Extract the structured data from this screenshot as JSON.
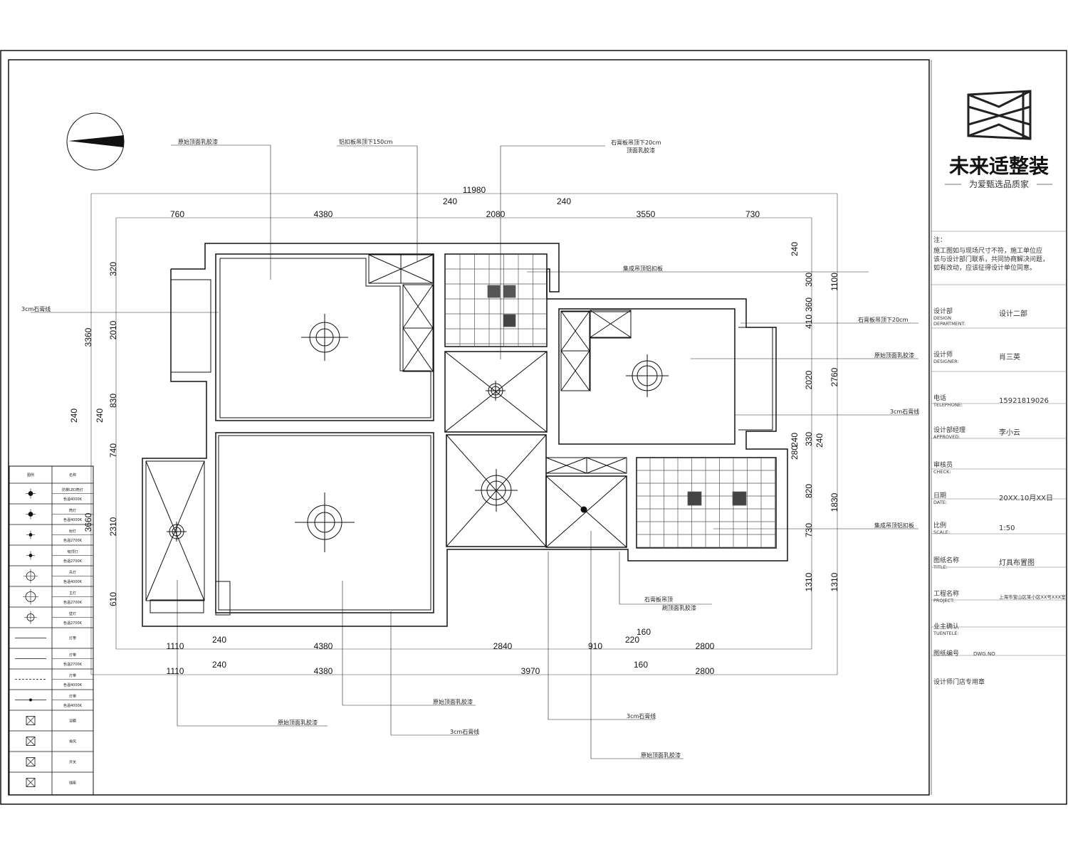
{
  "brand": {
    "name": "未来适整装",
    "slogan": "为爱甄选品质家"
  },
  "title_block": {
    "notice_label": "注：",
    "notice_text": [
      "施工图如与现场尺寸不符，施工单位应",
      "该与设计部门联系，共同协商解决问题，",
      "如有改动，应该征得设计单位同意。"
    ],
    "rows": [
      {
        "label": "设计部",
        "label_en": [
          "DESIGN",
          "DEPARTMENT:"
        ],
        "value": "设计二部"
      },
      {
        "label": "设计师",
        "label_en": [
          "DESIGNER:"
        ],
        "value": "肖三英"
      },
      {
        "label": "电话",
        "label_en": [
          "TELEPHONE:"
        ],
        "value": "15921819026"
      },
      {
        "label": "设计部经理",
        "label_en": [
          "APPROVED:"
        ],
        "value": "李小云"
      },
      {
        "label": "审核员",
        "label_en": [
          "CHECK:"
        ],
        "value": ""
      },
      {
        "label": "日期",
        "label_en": [
          "DATE:"
        ],
        "value": "20XX.10月XX日"
      },
      {
        "label": "比例",
        "label_en": [
          "SCALE:"
        ],
        "value": "1:50"
      },
      {
        "label": "图纸名称",
        "label_en": [
          "TITLE:"
        ],
        "value": "灯具布置图"
      },
      {
        "label": "工程名称",
        "label_en": [
          "PROJECT:"
        ],
        "value": "上海市宝山区某小区XX号XXX室"
      },
      {
        "label": "业主确认",
        "label_en": [
          "TUENTELE:"
        ],
        "value": ""
      },
      {
        "label": "图纸编号",
        "label_en": [],
        "value": "DWG.NO"
      },
      {
        "label": "设计师门店专用章",
        "label_en": [],
        "value": ""
      }
    ]
  },
  "dimensions": {
    "top_overall": "11980",
    "top_row": [
      "760",
      "4380",
      "2080",
      "3550",
      "730"
    ],
    "top_walls": [
      "240",
      "240"
    ],
    "left_overall": "3360",
    "left_overall2": "3660",
    "left_row": [
      "320",
      "2010",
      "830",
      "740",
      "2310",
      "610"
    ],
    "left_walls": [
      "240",
      "240"
    ],
    "right_row": [
      "240",
      "1100",
      "410",
      "360",
      "300",
      "2020",
      "2760",
      "280",
      "240",
      "330",
      "240",
      "820",
      "1830",
      "730",
      "1310",
      "1310"
    ],
    "bottom_row1": [
      "1110",
      "240",
      "4380",
      "2840",
      "910",
      "220",
      "160",
      "2800"
    ],
    "bottom_row2": [
      "1110",
      "240",
      "4380",
      "3970",
      "160",
      "2800"
    ]
  },
  "notes": {
    "top1": "原始顶面乳胶漆",
    "top2": "铝扣板吊顶下150cm",
    "top3a": "石膏板吊顶下20cm",
    "top3b": "顶面乳胶漆",
    "left1": "3cm石膏线",
    "kitchen_note": "集成吊顶铝扣板",
    "right1": "石膏板吊顶下20cm",
    "right2": "原始顶面乳胶漆",
    "right3": "3cm石膏线",
    "right4": "集成吊顶铝扣板",
    "bottom_center_a": "石膏板吊顶",
    "bottom_center_b": "刷顶面乳胶漆",
    "bottom1": "原始顶面乳胶漆",
    "bottom2": "原始顶面乳胶漆",
    "bottom3": "3cm石膏线",
    "bottom4": "3cm石膏线",
    "bottom5": "原始顶面乳胶漆"
  },
  "legend": {
    "header_symbol": "图例",
    "header_name": "名称",
    "rows": [
      {
        "name": "防雾LED筒灯",
        "spec": "色温4000K"
      },
      {
        "name": "筒灯",
        "spec": "色温4000K"
      },
      {
        "name": "射灯",
        "spec": "色温2700K"
      },
      {
        "name": "吸顶灯",
        "spec": "色温2700K"
      },
      {
        "name": "吊灯",
        "spec": "色温4000K"
      },
      {
        "name": "主灯",
        "spec": "色温2700K"
      },
      {
        "name": "壁灯",
        "spec": "色温2700K"
      },
      {
        "name": "灯带",
        "spec": ""
      },
      {
        "name": "灯带",
        "spec": "色温2700K"
      },
      {
        "name": "灯带",
        "spec": "色温4000K"
      },
      {
        "name": "灯带",
        "spec": "色温4000K"
      },
      {
        "name": "浴霸",
        "spec": ""
      },
      {
        "name": "排风",
        "spec": ""
      },
      {
        "name": "开关",
        "spec": ""
      },
      {
        "name": "插座",
        "spec": ""
      }
    ]
  }
}
